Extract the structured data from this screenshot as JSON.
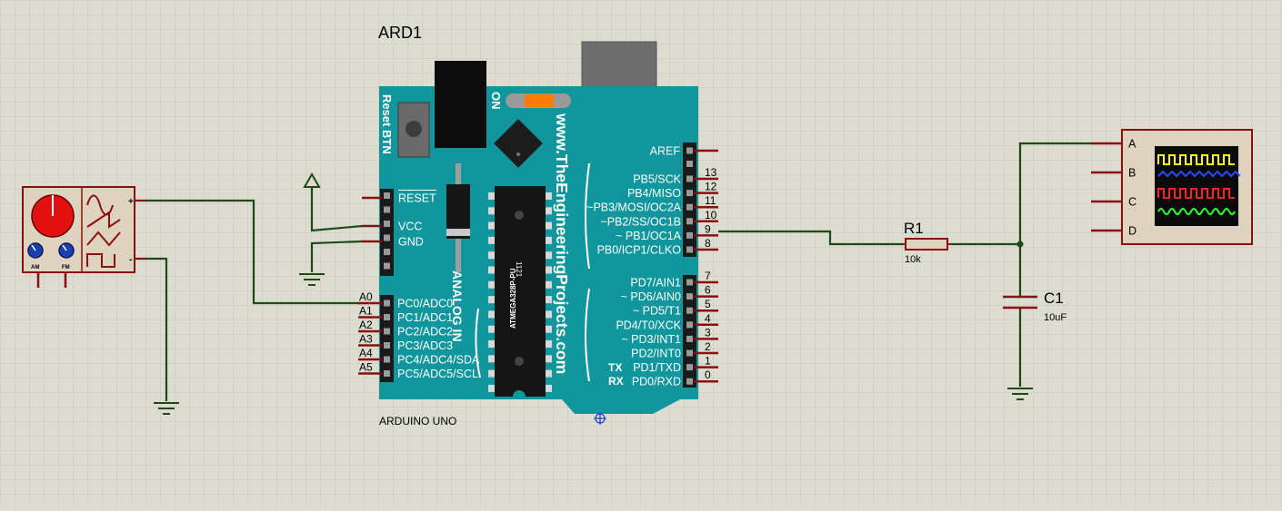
{
  "colors": {
    "background": "#dcdcd0",
    "grid": "#c8c8bc",
    "wire": "#1f4a14",
    "pin": "#8a1010",
    "board": "#10969c",
    "component_fill": "#ddd3be",
    "component_border": "#8a1010"
  },
  "arduino": {
    "ref": "ARD1",
    "part_name": "ARDUINO UNO",
    "reset_btn_label": "Reset BTN",
    "on_label": "ON",
    "website": "www.TheEngineeringProjects.com",
    "analog_in_label": "ANALOG IN",
    "chip_text": "ATMEGA328P-PU",
    "chip_code": "1121",
    "power_pins": [
      "RESET",
      "VCC",
      "GND"
    ],
    "analog_pins": [
      {
        "num": "A0",
        "name": "PC0/ADC0"
      },
      {
        "num": "A1",
        "name": "PC1/ADC1"
      },
      {
        "num": "A2",
        "name": "PC2/ADC2"
      },
      {
        "num": "A3",
        "name": "PC3/ADC3"
      },
      {
        "num": "A4",
        "name": "PC4/ADC4/SDA"
      },
      {
        "num": "A5",
        "name": "PC5/ADC5/SCL"
      }
    ],
    "aref": "AREF",
    "digital_pins_high": [
      {
        "num": "13",
        "name": "PB5/SCK"
      },
      {
        "num": "12",
        "name": "PB4/MISO"
      },
      {
        "num": "11",
        "name": "~PB3/MOSI/OC2A"
      },
      {
        "num": "10",
        "name": "~PB2/SS/OC1B"
      },
      {
        "num": "9",
        "name": "~ PB1/OC1A"
      },
      {
        "num": "8",
        "name": "PB0/ICP1/CLKO"
      }
    ],
    "digital_pins_low": [
      {
        "num": "7",
        "name": "PD7/AIN1"
      },
      {
        "num": "6",
        "name": "~ PD6/AIN0"
      },
      {
        "num": "5",
        "name": "~ PD5/T1"
      },
      {
        "num": "4",
        "name": "PD4/T0/XCK"
      },
      {
        "num": "3",
        "name": "~ PD3/INT1"
      },
      {
        "num": "2",
        "name": "PD2/INT0"
      },
      {
        "num": "1",
        "name": "PD1/TXD"
      },
      {
        "num": "0",
        "name": "PD0/RXD"
      }
    ],
    "tx_label": "TX",
    "rx_label": "RX"
  },
  "signal_generator": {
    "am_label": "AM",
    "fm_label": "FM",
    "plus_label": "+",
    "minus_label": "-"
  },
  "resistor": {
    "ref": "R1",
    "value": "10k"
  },
  "capacitor": {
    "ref": "C1",
    "value": "10uF"
  },
  "oscilloscope": {
    "channels": [
      "A",
      "B",
      "C",
      "D"
    ],
    "trace_colors": [
      "#ffff00",
      "#2a4cff",
      "#ff2020",
      "#30ff30"
    ]
  }
}
